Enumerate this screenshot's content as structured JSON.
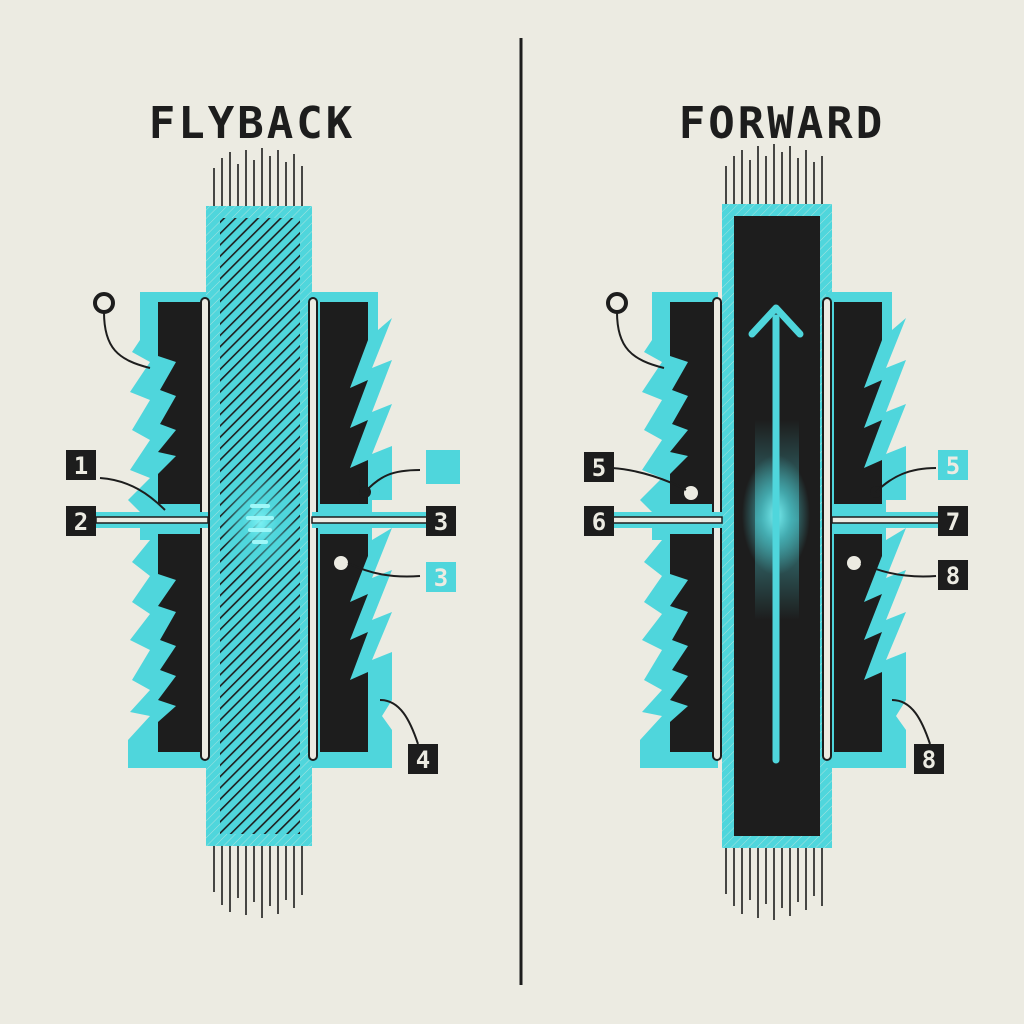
{
  "colors": {
    "paper": "#ecebe2",
    "ink": "#1d1d1d",
    "accent": "#4fd6dc",
    "accent_dark": "#2aa9b1",
    "glow": "#7ff3f5"
  },
  "flyback": {
    "title": "FLYBACK",
    "terminal_icon": "open-circle-terminal",
    "core_icon": "hatched-core",
    "center_icon": "dashed-glow-icon",
    "labels": {
      "l1": "1",
      "l2": "2",
      "l3": "3",
      "l3b": "3",
      "l4": "4",
      "solid_box_icon": "solid-square-icon"
    }
  },
  "forward": {
    "title": "FORWARD",
    "terminal_icon": "open-circle-terminal",
    "core_icon": "solid-core",
    "arrow_icon": "up-arrow-icon",
    "labels": {
      "l5": "5",
      "l5b": "5",
      "l6": "6",
      "l7": "7",
      "l8": "8",
      "l8b": "8"
    }
  }
}
